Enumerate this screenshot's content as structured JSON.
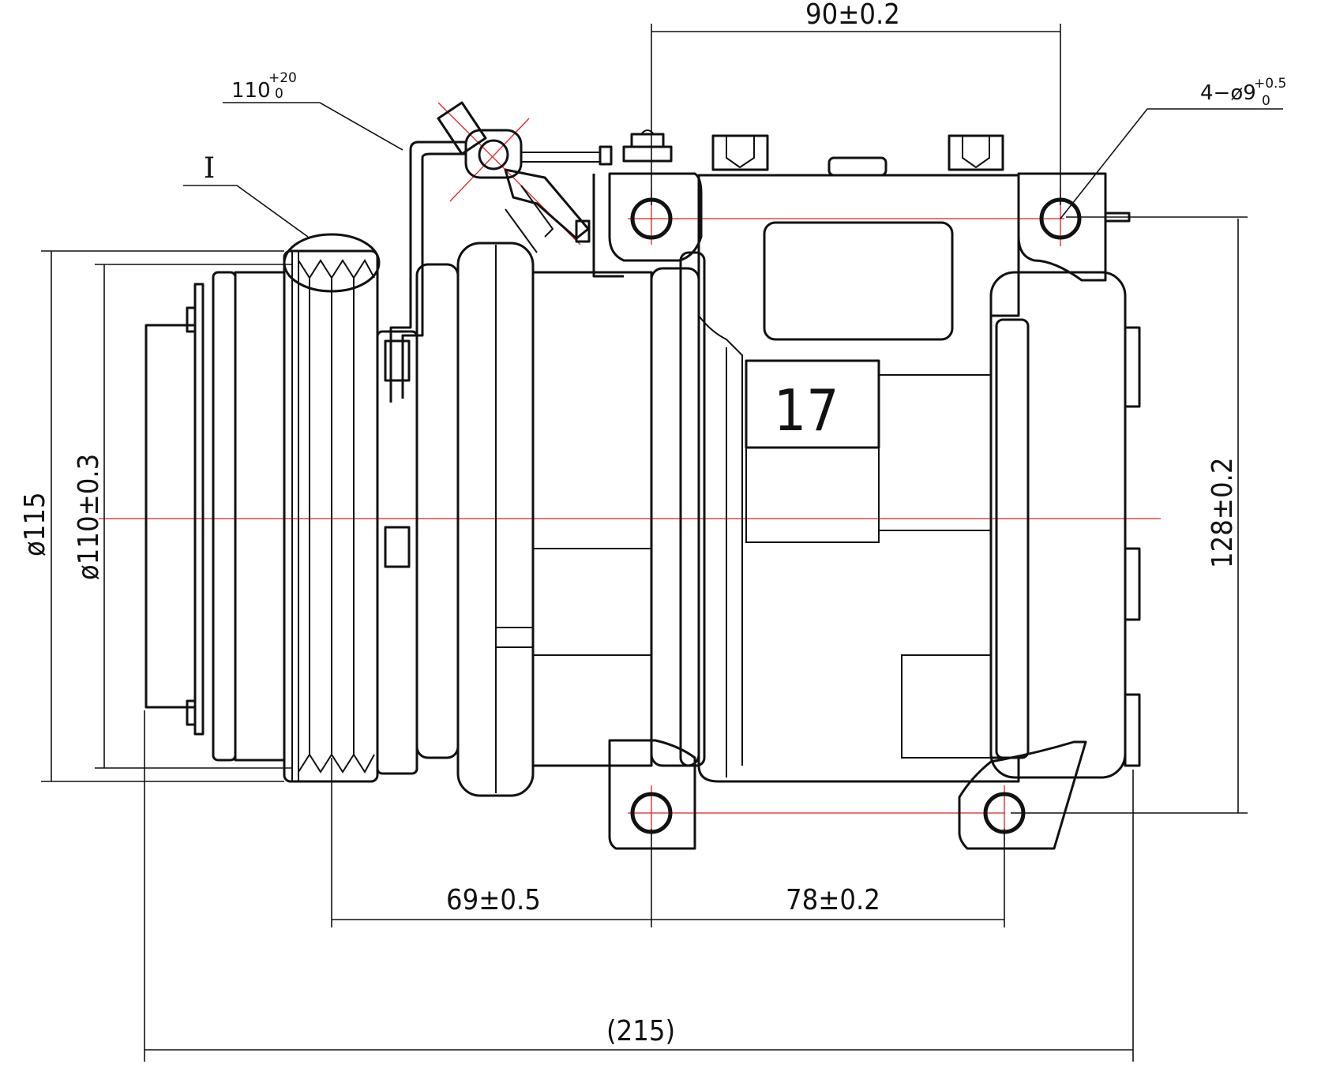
{
  "drawing": {
    "part_label": "17",
    "detail_label": "I",
    "dimensions": {
      "top_width": "90±0.2",
      "hole_spec_prefix": "4−ø9",
      "hole_spec_tol_upper": "+0.5",
      "hole_spec_tol_lower": "0",
      "wire_length_base": "110",
      "wire_length_tol_upper": "+20",
      "wire_length_tol_lower": "0",
      "outer_diameter": "ø115",
      "pulley_diameter": "ø110±0.3",
      "height": "128±0.2",
      "pulley_to_mount": "69±0.5",
      "mount_spacing": "78±0.2",
      "overall_length": "(215)"
    },
    "colors": {
      "outline": "#111111",
      "centerline": "#e02020",
      "background": "#ffffff"
    }
  }
}
